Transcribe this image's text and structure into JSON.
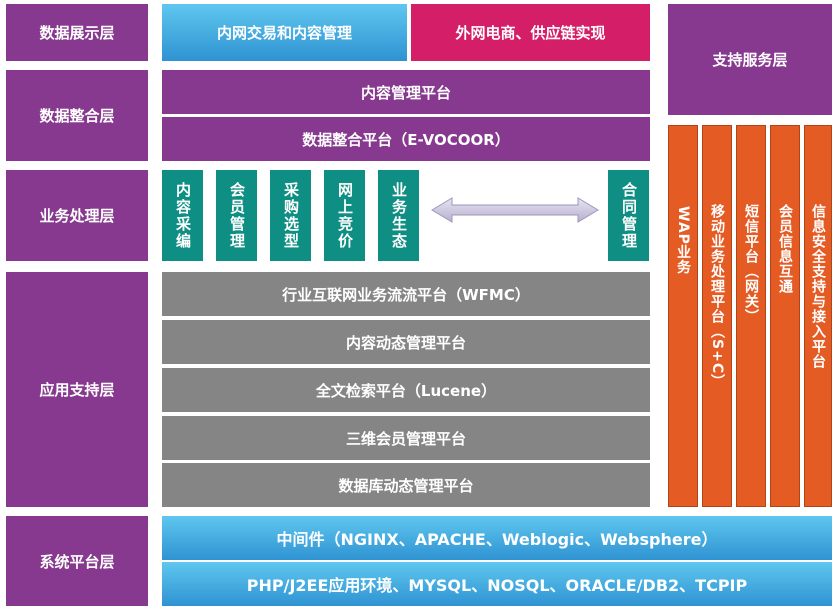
{
  "layers": {
    "presentation": "数据展示层",
    "integration": "数据整合层",
    "business": "业务处理层",
    "application": "应用支持层",
    "system": "系统平台层"
  },
  "presentation": {
    "intranet": "内网交易和内容管理",
    "extranet": "外网电商、供应链实现"
  },
  "integration": {
    "content_platform": "内容管理平台",
    "data_platform": "数据整合平台（E-VOCOOR）"
  },
  "business": {
    "modules": [
      "内容采编",
      "会员管理",
      "采购选型",
      "网上竞价",
      "业务生态"
    ],
    "contract": "合同管理"
  },
  "application": {
    "platforms": [
      "行业互联网业务流流平台（WFMC）",
      "内容动态管理平台",
      "全文检索平台（Lucene）",
      "三维会员管理平台",
      "数据库动态管理平台"
    ]
  },
  "system": {
    "middleware": "中间件（NGINX、APACHE、Weblogic、Websphere）",
    "environment": "PHP/J2EE应用环境、MYSQL、NOSQL、ORACLE/DB2、TCPIP"
  },
  "support": {
    "title": "支持服务层",
    "services": [
      "WAP业务",
      "移动业务处理平台（S+C）",
      "短信平台（网关）",
      "会员信息互通",
      "信息安全支持与接入平台"
    ]
  },
  "colors": {
    "layer_purple": "#86398e",
    "gray": "#858585",
    "teal": "#0f8f83",
    "orange": "#e55b24",
    "blue": "#2f93d2",
    "pink": "#d41e68"
  }
}
